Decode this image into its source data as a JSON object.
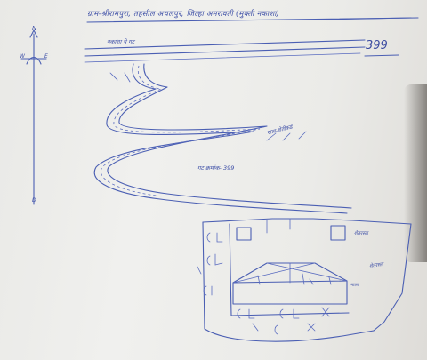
{
  "document": {
    "title_line": "ग्राम-श्रीरामपुरा, तहसील अचलपुर, जिल्हा अमरावती (मुक्ती नकाशा)",
    "survey_number": "399",
    "sub_heading": "नकाशा पे  गट",
    "road_label": "रस्ता-शेतीकडे",
    "plot_label": "गट क्रमांक- 399",
    "right_label": "शेतरस्ता",
    "right_label_2": "शेतरस्ता",
    "side_label": "नाला",
    "compass": {
      "north": "N",
      "west": "W",
      "east": "E",
      "bottom": "D"
    }
  },
  "colors": {
    "ink": "#4b5fb3",
    "paper": "#eeeeec"
  }
}
